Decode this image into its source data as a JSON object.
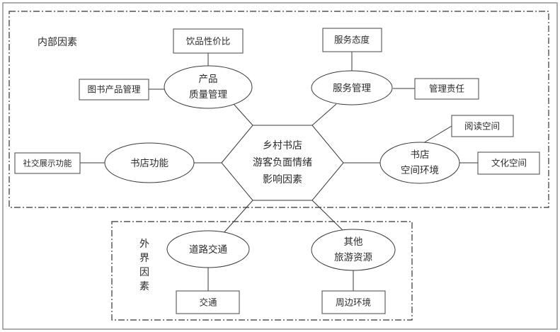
{
  "diagram": {
    "center": {
      "id": "center-node",
      "shape": "hexagon",
      "lines": [
        "乡村书店",
        "游客负面情绪",
        "影响因素"
      ]
    },
    "regions": [
      {
        "id": "internal-factors-region",
        "label": "内部因素",
        "orientation": "horizontal"
      },
      {
        "id": "external-factors-region",
        "label": "外界因素",
        "orientation": "vertical",
        "chars": [
          "外",
          "界",
          "因",
          "素"
        ]
      }
    ],
    "branches": [
      {
        "id": "product-quality-management",
        "shape": "ellipse",
        "lines": [
          "产品",
          "质量管理"
        ],
        "region": "internal",
        "leaves": [
          {
            "id": "beverage-value-for-money",
            "label": "饮品性价比",
            "position": "top"
          },
          {
            "id": "book-product-management",
            "label": "图书产品管理",
            "position": "left"
          }
        ]
      },
      {
        "id": "service-management",
        "shape": "ellipse",
        "lines": [
          "服务管理"
        ],
        "region": "internal",
        "leaves": [
          {
            "id": "service-attitude",
            "label": "服务态度",
            "position": "top"
          },
          {
            "id": "management-responsibility",
            "label": "管理责任",
            "position": "right"
          }
        ]
      },
      {
        "id": "bookstore-function",
        "shape": "ellipse",
        "lines": [
          "书店功能"
        ],
        "region": "internal",
        "leaves": [
          {
            "id": "social-display-function",
            "label": "社交展示功能",
            "position": "left"
          }
        ]
      },
      {
        "id": "bookstore-space-environment",
        "shape": "ellipse",
        "lines": [
          "书店",
          "空间环境"
        ],
        "region": "internal",
        "leaves": [
          {
            "id": "reading-space",
            "label": "阅读空间",
            "position": "upper-right"
          },
          {
            "id": "cultural-space",
            "label": "文化空间",
            "position": "right"
          }
        ]
      },
      {
        "id": "road-traffic",
        "shape": "ellipse",
        "lines": [
          "道路交通"
        ],
        "region": "external",
        "leaves": [
          {
            "id": "traffic",
            "label": "交通",
            "position": "bottom"
          }
        ]
      },
      {
        "id": "other-tourism-resources",
        "shape": "ellipse",
        "lines": [
          "其他",
          "旅游资源"
        ],
        "region": "external",
        "leaves": [
          {
            "id": "surrounding-environment",
            "label": "周边环境",
            "position": "bottom"
          }
        ]
      }
    ],
    "colors": {
      "background": "#ffffff",
      "shape_stroke": "#3a3a3a",
      "box_stroke": "#555555",
      "text": "#2b2b2b",
      "frame_stroke": "#8a8a8a",
      "region_stroke": "#333333"
    }
  }
}
